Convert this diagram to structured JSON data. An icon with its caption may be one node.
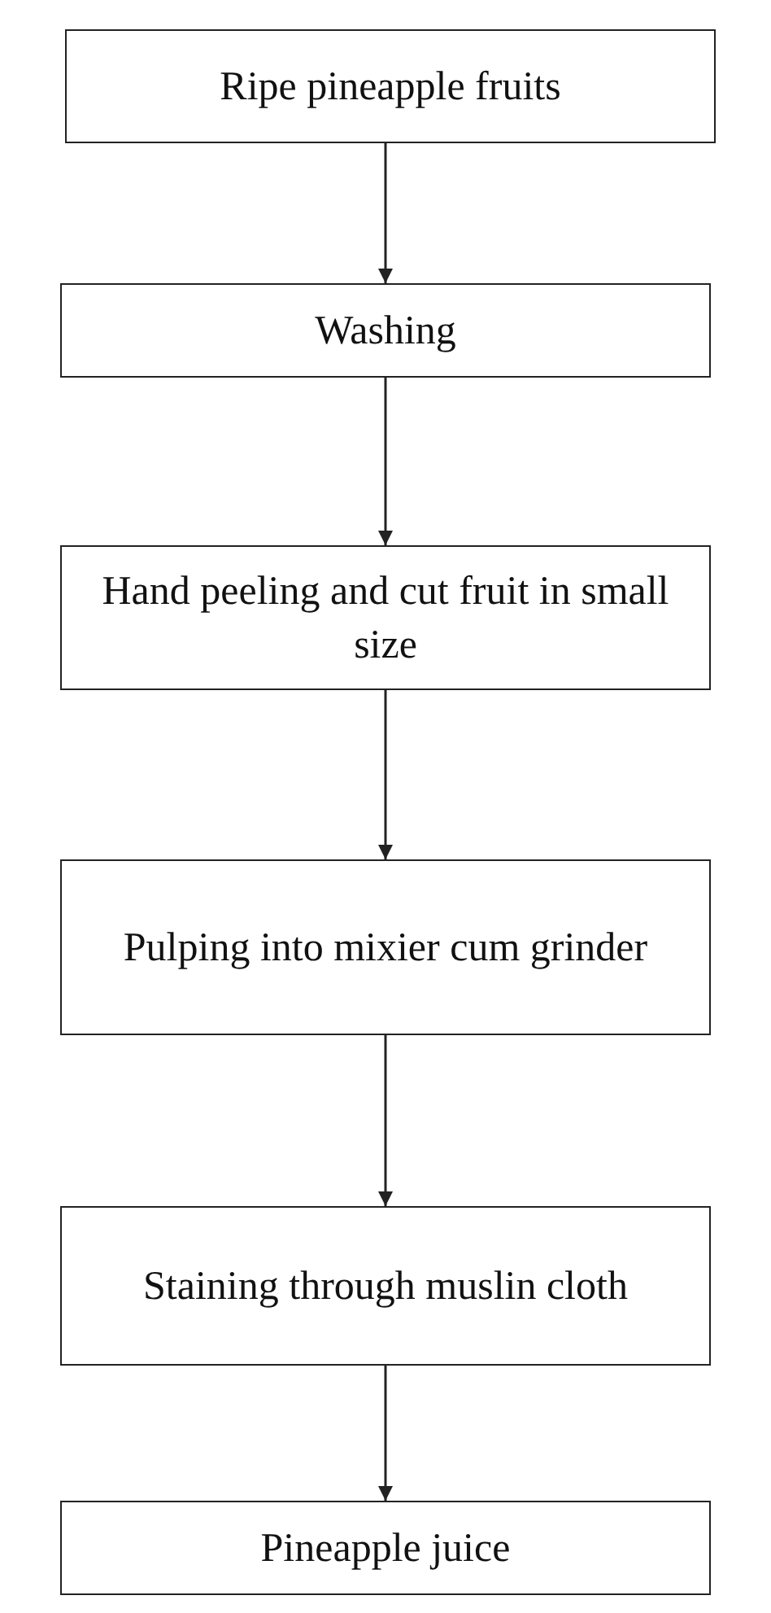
{
  "diagram": {
    "nodes": [
      {
        "text": [
          "Ripe pineapple fruits"
        ]
      },
      {
        "text": [
          "Washing"
        ]
      },
      {
        "text": [
          "Hand peeling and cut fruit in small size"
        ]
      },
      {
        "text": [
          "Pulping into mixier cum grinder"
        ]
      },
      {
        "text": [
          "Staining through muslin cloth"
        ]
      },
      {
        "text": [
          "Pineapple juice"
        ]
      }
    ],
    "edges": [
      {
        "from": 0,
        "to": 1,
        "arrow": "to"
      },
      {
        "from": 1,
        "to": 2,
        "arrow": "to"
      },
      {
        "from": 2,
        "to": 3,
        "arrow": "to"
      },
      {
        "from": 3,
        "to": 4,
        "arrow": "to"
      },
      {
        "from": 4,
        "to": 5,
        "arrow": "to"
      }
    ]
  }
}
